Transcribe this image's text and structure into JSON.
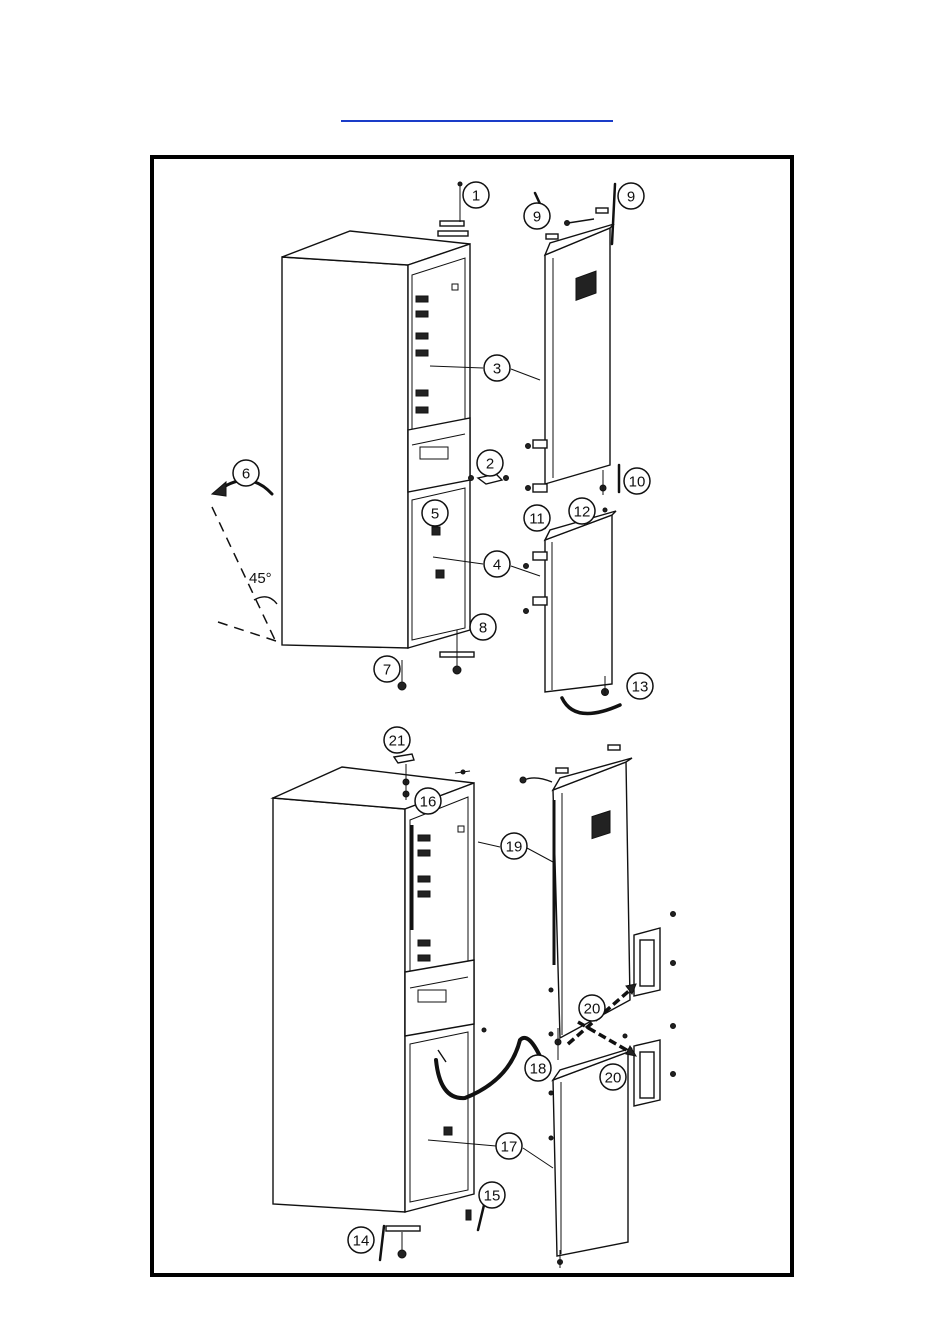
{
  "page": {
    "link_color": "#1a3cc8",
    "frame_color": "#000000"
  },
  "diagram": {
    "angle_label": "45°",
    "callouts": [
      "1",
      "2",
      "3",
      "4",
      "5",
      "6",
      "7",
      "8",
      "9",
      "9",
      "10",
      "11",
      "12",
      "13",
      "14",
      "15",
      "16",
      "17",
      "18",
      "19",
      "20",
      "20",
      "21"
    ]
  },
  "icons": [
    "refrigerator-cabinet-icon",
    "refrigerator-door-icon",
    "hinge-icon",
    "handle-icon",
    "screw-icon",
    "rotate-arrow-icon"
  ]
}
